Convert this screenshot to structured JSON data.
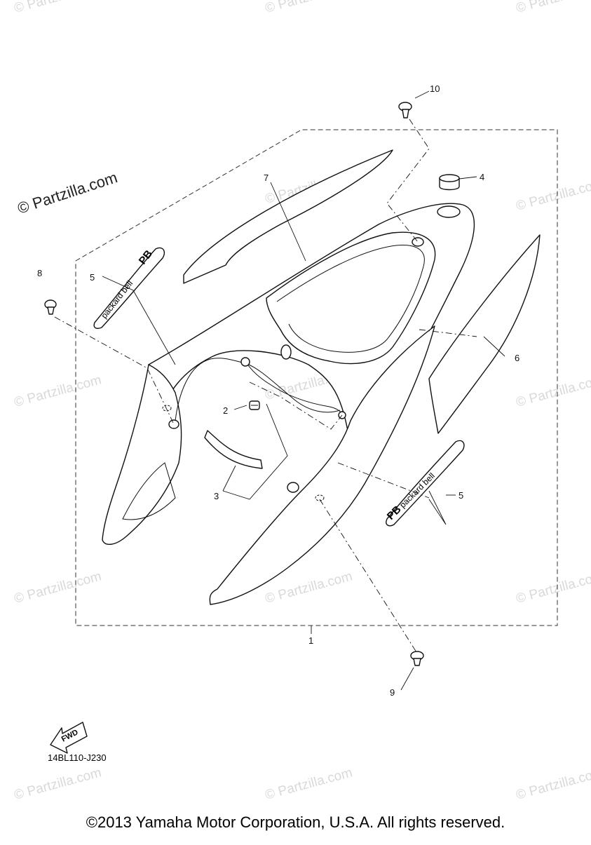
{
  "watermark": {
    "brand": "© Partzilla.com",
    "faint": "© Partzilla.com"
  },
  "callouts": [
    "1",
    "2",
    "3",
    "4",
    "5",
    "5",
    "6",
    "7",
    "8",
    "9",
    "10"
  ],
  "fwd_label": "FWD",
  "decal_text": "packard bell",
  "decal_logo": "PB",
  "diagram_code": "14BL110-J230",
  "copyright": "©2013 Yamaha Motor Corporation, U.S.A. All rights reserved."
}
